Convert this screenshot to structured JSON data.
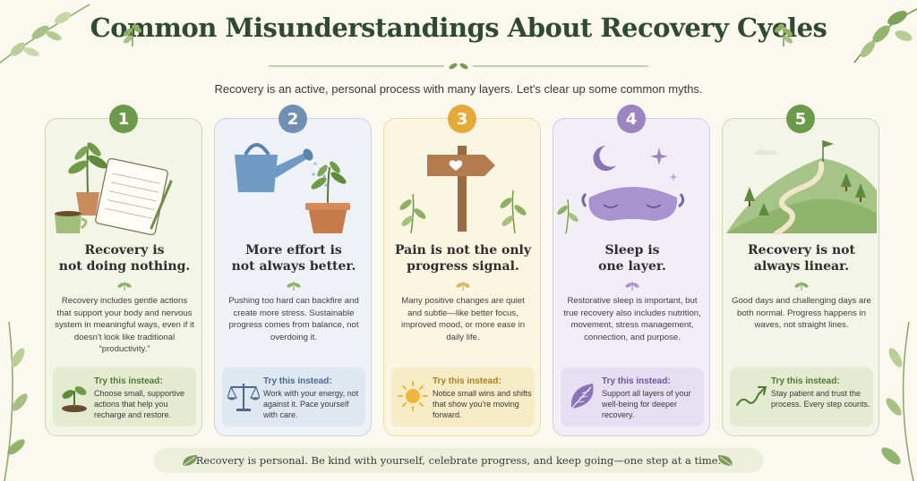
{
  "title": "Common Misunderstandings About Recovery Cycles",
  "subtitle": "Recovery is an active, personal process with many layers. Let's clear up some common myths.",
  "tip_label": "Try this instead:",
  "cards": [
    {
      "number": "1",
      "title_line1": "Recovery is",
      "title_line2": "not doing nothing.",
      "body": "Recovery includes gentle actions that support your body and nervous system in meaningful ways, even if it doesn't look like traditional “productivity.”",
      "tip": "Choose small, supportive actions that help you recharge and restore.",
      "tip_icon": "seedling-icon",
      "accent": "#6b9a4a"
    },
    {
      "number": "2",
      "title_line1": "More effort is",
      "title_line2": "not always better.",
      "body": "Pushing too hard can backfire and create more stress. Sustainable progress comes from balance, not overdoing it.",
      "tip": "Work with your energy, not against it. Pace yourself with care.",
      "tip_icon": "balance-scale-icon",
      "accent": "#6f8fb5"
    },
    {
      "number": "3",
      "title_line1": "Pain is not the only",
      "title_line2": "progress signal.",
      "body": "Many positive changes are quiet and subtle—like better focus, improved mood, or more ease in daily life.",
      "tip": "Notice small wins and shifts that show you're moving forward.",
      "tip_icon": "sun-icon",
      "accent": "#e6a93a"
    },
    {
      "number": "4",
      "title_line1": "Sleep is",
      "title_line2": "one layer.",
      "body": "Restorative sleep is important, but true recovery also includes nutrition, movement, stress management, connection, and purpose.",
      "tip": "Support all layers of your well-being for deeper recovery.",
      "tip_icon": "leaf-icon",
      "accent": "#9b84c0"
    },
    {
      "number": "5",
      "title_line1": "Recovery is not",
      "title_line2": "always linear.",
      "body": "Good days and challenging days are both normal. Progress happens in waves, not straight lines.",
      "tip": "Stay patient and trust the process. Every step counts.",
      "tip_icon": "trend-arrow-icon",
      "accent": "#6b9a4a"
    }
  ],
  "footer": "Recovery is personal. Be kind with yourself, celebrate progress, and keep going—one step at a time."
}
